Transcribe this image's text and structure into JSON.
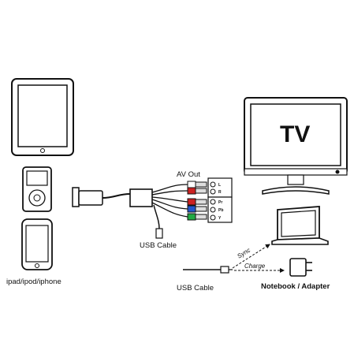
{
  "labels": {
    "tv": "TV",
    "av_out": "AV Out",
    "usb_cable_top": "USB Cable",
    "devices": "ipad/ipod/iphone",
    "usb_cable_bottom": "USB Cable",
    "sync": "Sync",
    "charge": "Charge",
    "notebook_adapter": "Notebook / Adapter"
  },
  "av_connectors": [
    {
      "pin": "L",
      "color": "#ffffff"
    },
    {
      "pin": "R",
      "color": "#cc2222"
    },
    {
      "pin": "Pr",
      "color": "#cc2222"
    },
    {
      "pin": "Pb",
      "color": "#2255cc"
    },
    {
      "pin": "Y",
      "color": "#22aa44"
    }
  ]
}
